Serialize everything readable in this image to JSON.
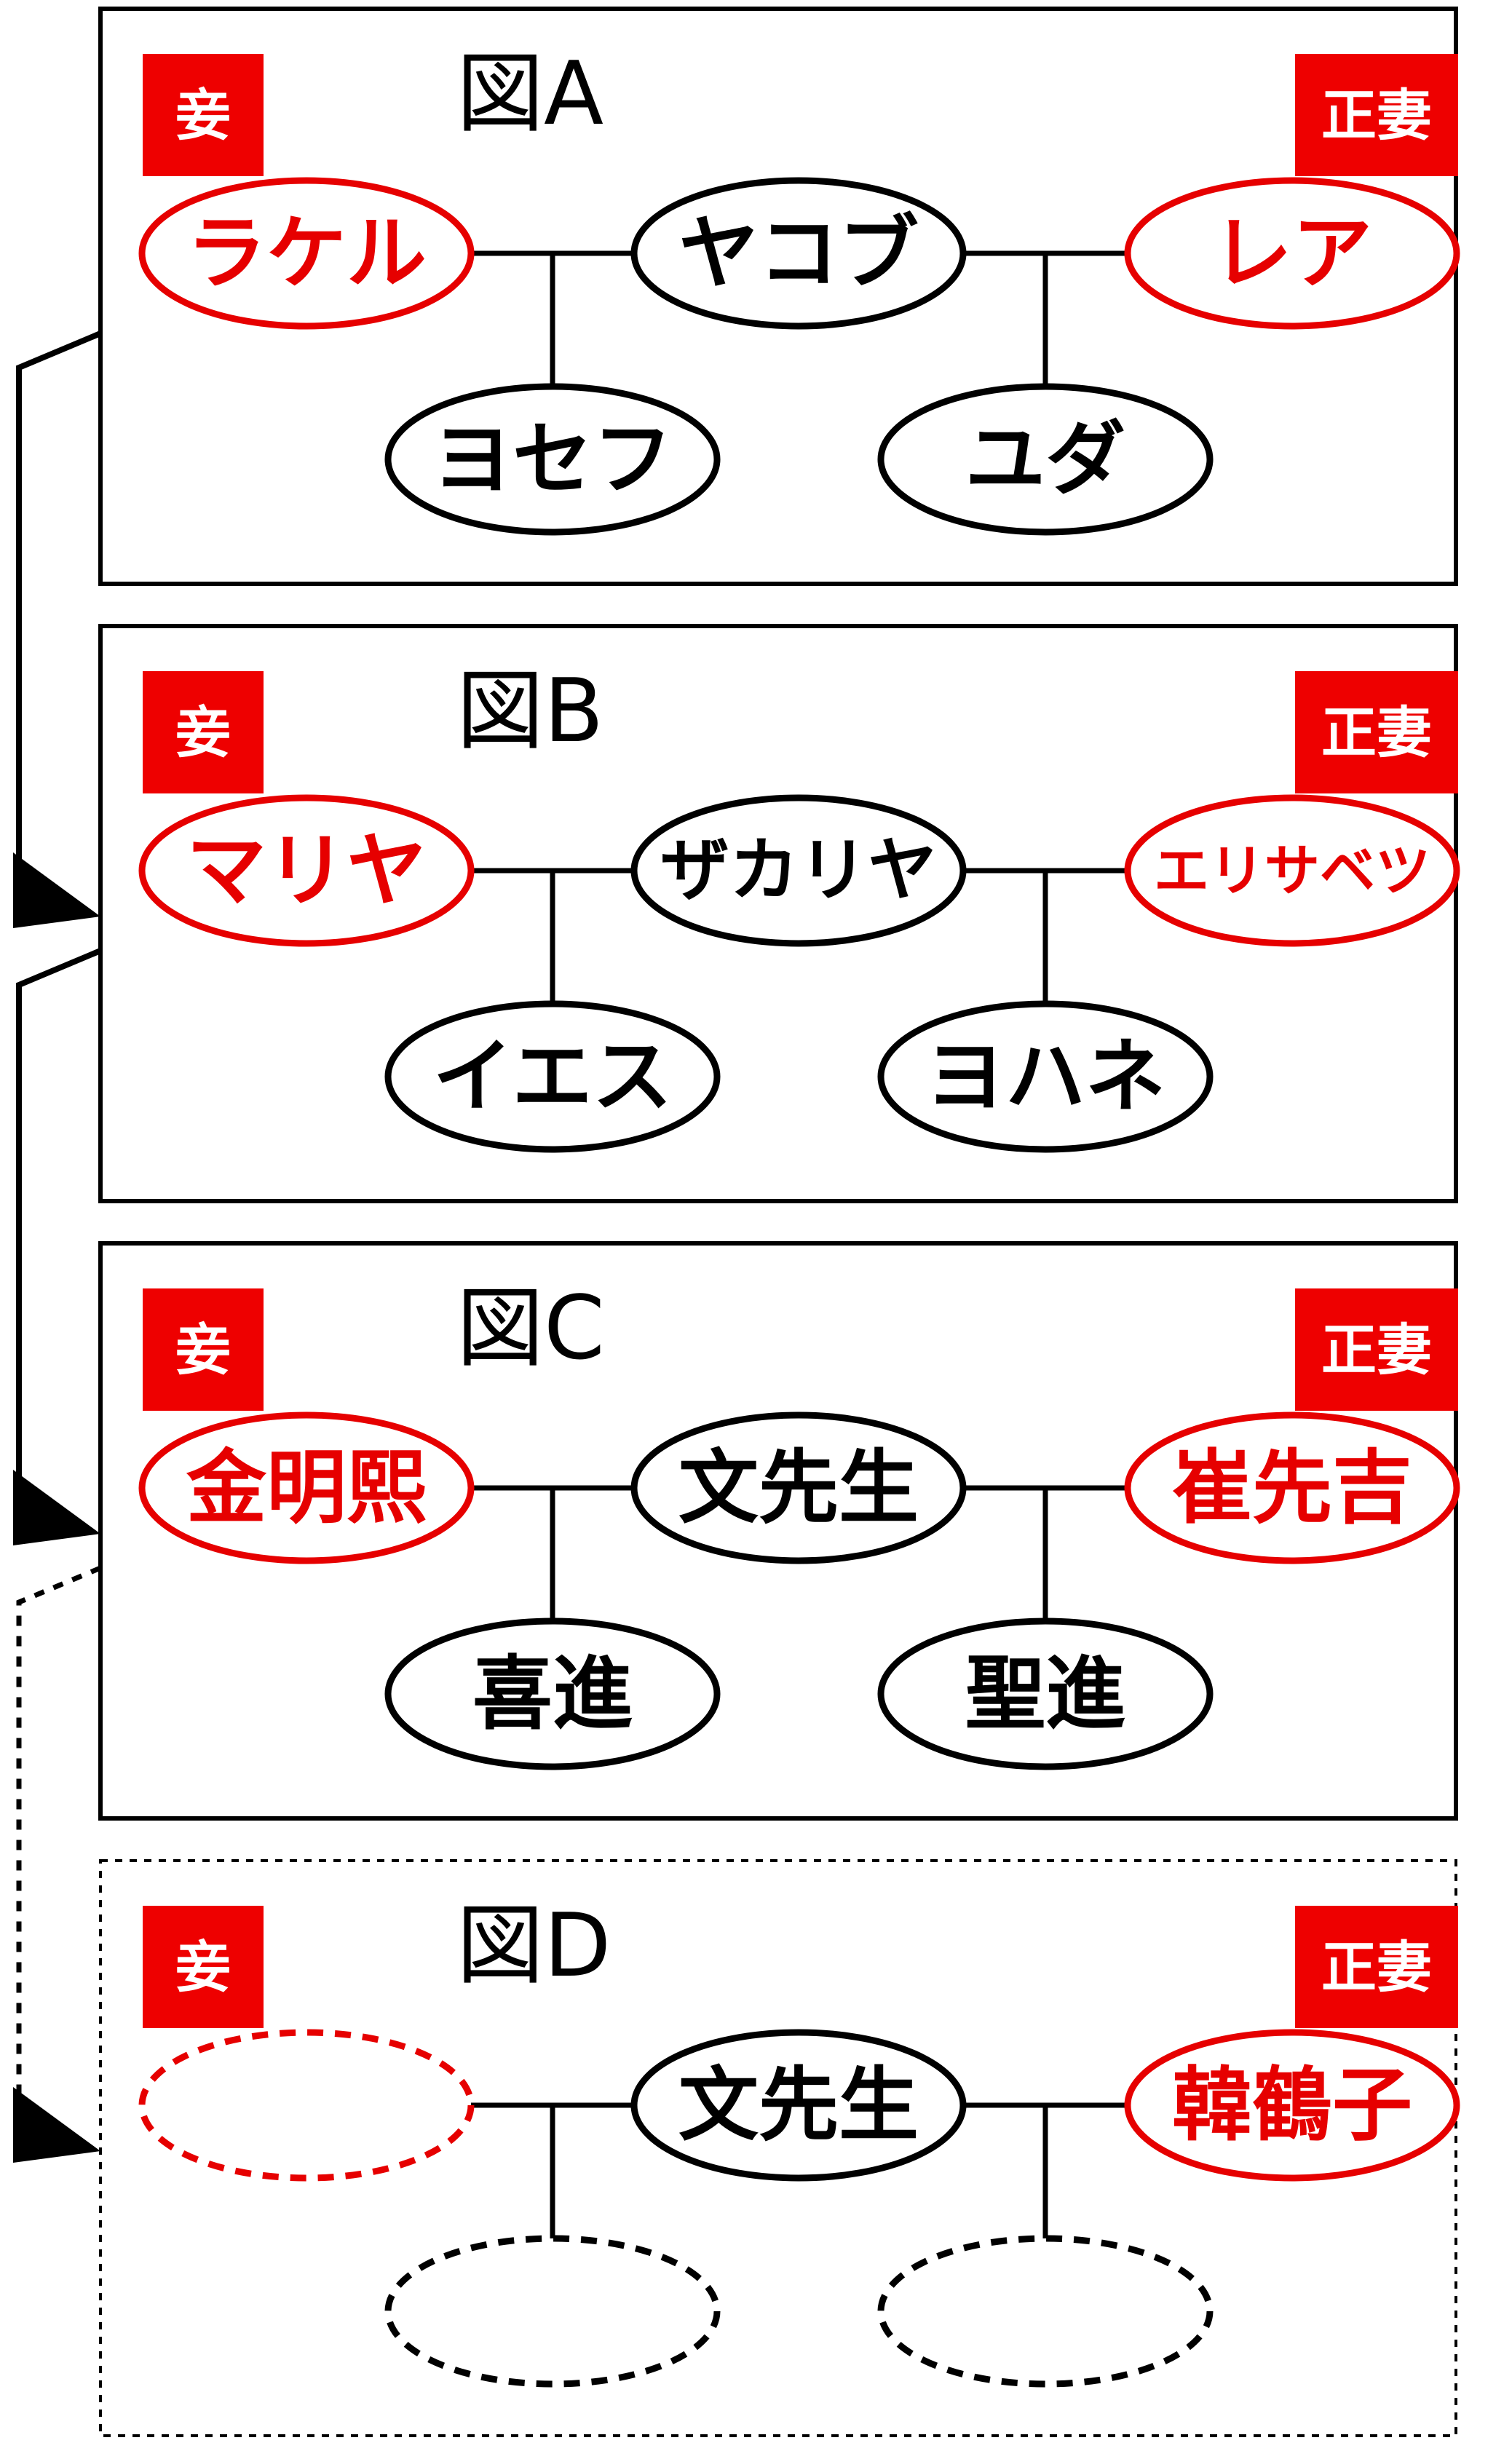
{
  "colors": {
    "accent_red": "#e60000",
    "tag_red": "#ee0000",
    "line": "#000000",
    "background": "#ffffff"
  },
  "panels": [
    {
      "id": "A",
      "title": "図A",
      "dashed": false,
      "left_tag": "妾",
      "right_tag": "正妻",
      "nodes": {
        "left_spouse": {
          "label": "ラケル",
          "color": "red",
          "style": "solid"
        },
        "husband": {
          "label": "ヤコブ",
          "color": "black",
          "style": "solid"
        },
        "right_spouse": {
          "label": "レア",
          "color": "red",
          "style": "solid"
        },
        "left_child": {
          "label": "ヨセフ",
          "color": "black",
          "style": "solid"
        },
        "right_child": {
          "label": "ユダ",
          "color": "black",
          "style": "solid"
        }
      }
    },
    {
      "id": "B",
      "title": "図B",
      "dashed": false,
      "left_tag": "妾",
      "right_tag": "正妻",
      "nodes": {
        "left_spouse": {
          "label": "マリヤ",
          "color": "red",
          "style": "solid"
        },
        "husband": {
          "label": "ザカリヤ",
          "color": "black",
          "style": "solid"
        },
        "right_spouse": {
          "label": "エリサベツ",
          "color": "red",
          "style": "solid"
        },
        "left_child": {
          "label": "イエス",
          "color": "black",
          "style": "solid"
        },
        "right_child": {
          "label": "ヨハネ",
          "color": "black",
          "style": "solid"
        }
      }
    },
    {
      "id": "C",
      "title": "図C",
      "dashed": false,
      "left_tag": "妾",
      "right_tag": "正妻",
      "nodes": {
        "left_spouse": {
          "label": "金明熙",
          "color": "red",
          "style": "solid"
        },
        "husband": {
          "label": "文先生",
          "color": "black",
          "style": "solid"
        },
        "right_spouse": {
          "label": "崔先吉",
          "color": "red",
          "style": "solid"
        },
        "left_child": {
          "label": "喜進",
          "color": "black",
          "style": "solid"
        },
        "right_child": {
          "label": "聖進",
          "color": "black",
          "style": "solid"
        }
      }
    },
    {
      "id": "D",
      "title": "図D",
      "dashed": true,
      "left_tag": "妾",
      "right_tag": "正妻",
      "nodes": {
        "left_spouse": {
          "label": "",
          "color": "red",
          "style": "dashed"
        },
        "husband": {
          "label": "文先生",
          "color": "black",
          "style": "solid"
        },
        "right_spouse": {
          "label": "韓鶴子",
          "color": "red",
          "style": "solid"
        },
        "left_child": {
          "label": "",
          "color": "black",
          "style": "dashed"
        },
        "right_child": {
          "label": "",
          "color": "black",
          "style": "dashed"
        }
      }
    }
  ],
  "flows": [
    {
      "from": "A",
      "to": "B",
      "style": "solid"
    },
    {
      "from": "B",
      "to": "C",
      "style": "solid"
    },
    {
      "from": "C",
      "to": "D",
      "style": "dotted"
    }
  ]
}
